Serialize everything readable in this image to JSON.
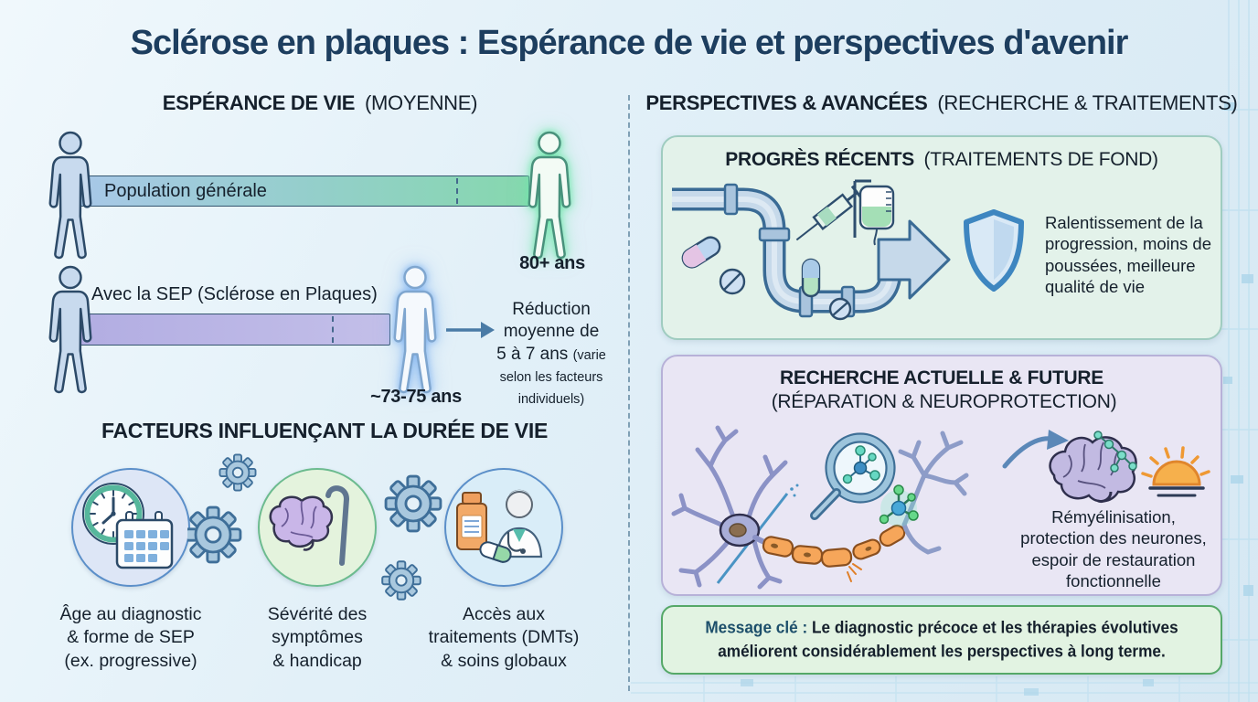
{
  "title": "Sclérose en plaques : Espérance de vie et perspectives d'avenir",
  "left_panel": {
    "heading": {
      "bold": "ESPÉRANCE DE VIE",
      "normal": "(MOYENNE)"
    },
    "general_bar": {
      "label": "Population générale",
      "value": "80+ ans"
    },
    "sep_bar": {
      "label": "Avec la SEP (Sclérose en Plaques)",
      "value": "~73-75 ans"
    },
    "reduction": {
      "main": "Réduction\nmoyenne de\n5 à 7 ans",
      "note": "(varie selon les facteurs individuels)"
    },
    "factors": {
      "heading": "FACTEURS INFLUENÇANT LA DURÉE DE VIE",
      "items": [
        {
          "icon": "clock-calendar-icon",
          "caption": "Âge au diagnostic\n& forme de SEP\n(ex. progressive)"
        },
        {
          "icon": "brain-cane-icon",
          "caption": "Sévérité des\nsymptômes\n& handicap"
        },
        {
          "icon": "medication-doctor-icon",
          "caption": "Accès aux\ntraitements (DMTs)\n& soins globaux"
        }
      ]
    }
  },
  "right_panel": {
    "heading": {
      "bold": "PERSPECTIVES & AVANCÉES",
      "normal": "(RECHERCHE & TRAITEMENTS)"
    },
    "progress_box": {
      "title_bold": "PROGRÈS RÉCENTS",
      "title_normal": "(TRAITEMENTS DE FOND)",
      "icons": [
        "pipeline-icon",
        "capsule-icon",
        "tablet-icon",
        "syringe-icon",
        "iv-bag-icon",
        "arrow-icon",
        "shield-icon"
      ],
      "text": "Ralentissement de la progression, moins de poussées, meilleure qualité de vie"
    },
    "research_box": {
      "title_line1": "RECHERCHE ACTUELLE & FUTURE",
      "title_line2": "(RÉPARATION & NEUROPROTECTION)",
      "icons": [
        "neuron-icon",
        "magnifier-molecule-icon",
        "myelin-segments-icon",
        "molecule-icon",
        "dendrite-icon",
        "curved-arrow-icon",
        "brain-molecule-icon",
        "sunrise-icon"
      ],
      "text": "Rémyélinisation,\nprotection des neurones,\nespoir de restauration\nfonctionnelle"
    },
    "key_message": {
      "label": "Message clé :",
      "text": "Le diagnostic précoce et les thérapies évolutives améliorent considérablement les perspectives à long terme."
    }
  },
  "colors": {
    "title": "#1d3e5f",
    "bar_general_start": "#a8c8e8",
    "bar_general_end": "#86d8ae",
    "bar_sep": "#b2ade2",
    "progress_box_bg": "#e3f2ea",
    "research_box_bg": "#e9e6f4",
    "message_box_bg": "#e2f3e2",
    "message_border": "#55a868",
    "myelin_orange": "#f6a65a",
    "shield_blue": "#3e86c0"
  }
}
